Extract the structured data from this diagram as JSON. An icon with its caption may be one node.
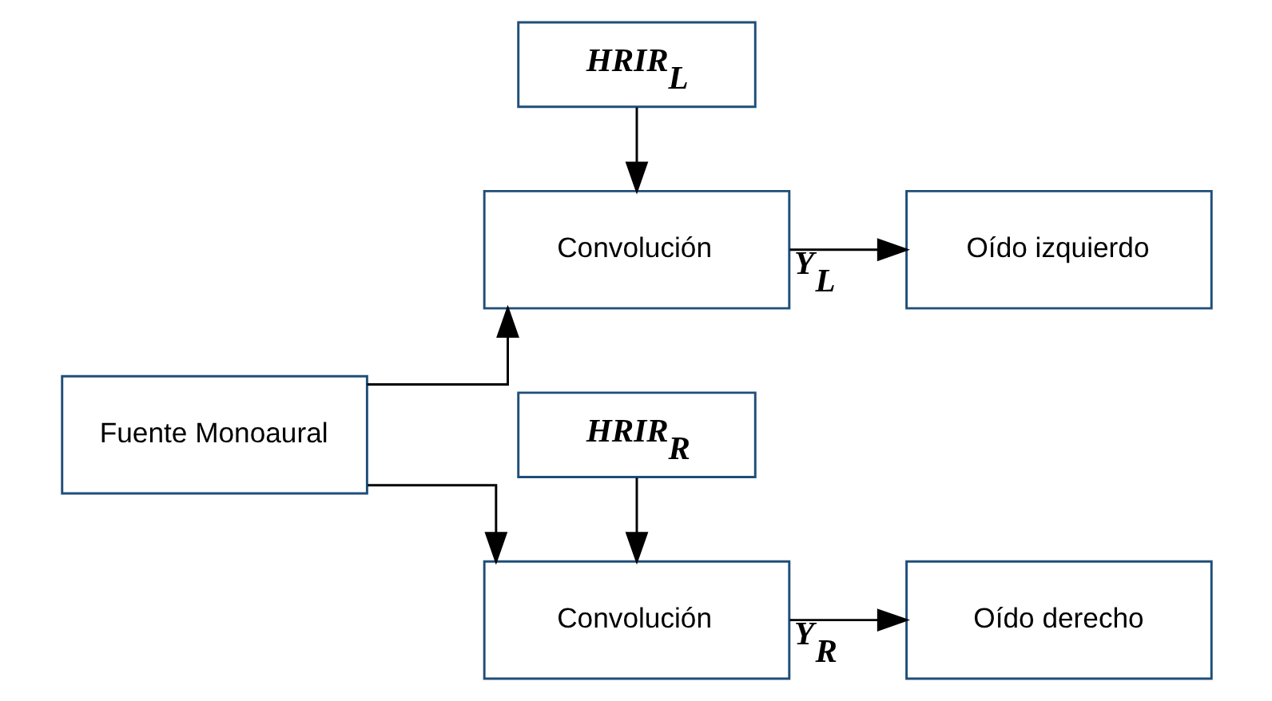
{
  "diagram": {
    "nodes": [
      {
        "text": [
          "HRIR$_{L}$"
        ]
      },
      {
        "text": [
          "Fuente Monoaural"
        ]
      },
      {
        "text": [
          "Convolución"
        ]
      },
      {
        "text": [
          "Oído izquierdo"
        ]
      },
      {
        "text": [
          "Convolución"
        ]
      },
      {
        "text": [
          "Oído derecho"
        ]
      },
      {
        "text": [
          "HRIR$_{R}$"
        ]
      }
    ],
    "edges": [
      {
        "from": 0,
        "to": 2,
        "arrow": "to"
      },
      {
        "from": 1,
        "to": 2,
        "arrow": "to"
      },
      {
        "from": 1,
        "to": 4,
        "arrow": "to"
      },
      {
        "from": 2,
        "to": 3,
        "arrow": "to",
        "label": "Y$_{L}$"
      },
      {
        "from": 4,
        "to": 5,
        "arrow": "to",
        "label": "Y$_{R}$"
      },
      {
        "from": 6,
        "to": 4,
        "arrow": "to"
      }
    ]
  }
}
